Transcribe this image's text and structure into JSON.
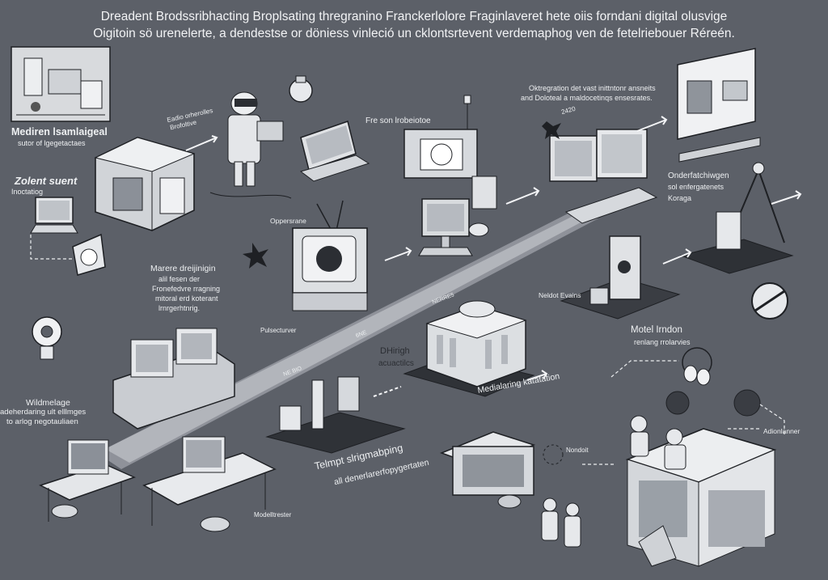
{
  "title": {
    "line1": "Dreadent Brodssribhacting Broplsating thregranino Franckerlolore Fraginlaveret hete oiis forndani digital olusvige",
    "line2": "Oigitoin sö urenelerte, a dendestse or döniess vinleció un cklontsrtevent verdemaphog ven de fetelriebouer Réreén."
  },
  "labels": {
    "medien_title": "Mediren lsamlaigeal",
    "medien_sub": "sutor of lgegetactaes",
    "zolent_title": "Zolent suent",
    "zolent_sub": "Inoctatiog",
    "small_note_1": "Eadio orherolles",
    "small_note_2": "Brofoltive",
    "fre_label": "Fre son lrobeiotoe",
    "oppersrane": "Oppersrane",
    "morere_1": "Marere dreijinigin",
    "morere_2": "alil fesen der",
    "morere_3": "Fronefedvre rragning",
    "morere_4": "mitoral erd koterant",
    "morere_5": "lrnrgerhtnrig.",
    "okregation_1": "Oktregration det vast inittntonr ansneits",
    "okregation_2": "and Doloteal a maldocetinqs ensesrates.",
    "num_label": "2420",
    "onder_1": "Onderfatchiwgen",
    "onder_2": "sol enfergatenets",
    "onder_3": "Koraga",
    "pulse": "Pulsecturver",
    "net": "Neldot Evains",
    "band_1": "NERRE5",
    "band_2": "6NE",
    "band_3": "NE BIO",
    "dhirigh_1": "DHirigh",
    "dhirigh_2": "acuactilcs",
    "motel_1": "Motel Irndon",
    "motel_2": "renlang rrolarvies",
    "wilde_1": "Wildmelage",
    "wilde_2": "adeherdaring ult elllmges",
    "wilde_3": "to arlog negotauliaen",
    "medial": "Medialaring katatation",
    "telmpi_1": "Telmpt slrigmabping",
    "telmpi_2": "all denerlarerfopygertaten",
    "nondoit": "Nondoit",
    "adionlonner": "Adionlanner",
    "modeltrester": "Modelltrester"
  }
}
